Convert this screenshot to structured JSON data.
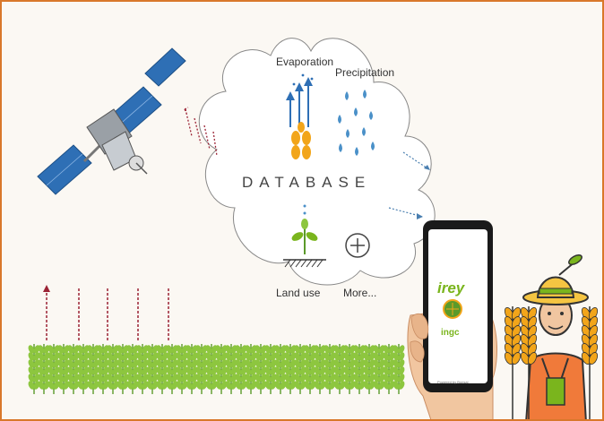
{
  "labels": {
    "evaporation": "Evaporation",
    "precipitation": "Precipitation",
    "database": "DATABASE",
    "land_use": "Land use",
    "more": "More...",
    "app_name": "irey",
    "app_org": "ingc",
    "powered_by": "Powered by Bonsai"
  },
  "colors": {
    "frame_border": "#d9782b",
    "background": "#fbf8f3",
    "crop_green": "#8dc63f",
    "crop_dark": "#5b9a2a",
    "arrow_red": "#9b2335",
    "water_blue": "#4a90c8",
    "wheat_yellow": "#f2a51a",
    "satellite_panel": "#2e6fb5",
    "phone_black": "#1a1a1a",
    "app_green": "#7ab51d",
    "farmer_shirt": "#f07a3a",
    "farmer_hat": "#f5c542"
  },
  "icons": [
    "satellite-icon",
    "signal-icon",
    "cloud-icon",
    "evaporation-icon",
    "precipitation-icon",
    "land-use-icon",
    "more-icon",
    "phone-icon",
    "farmer-icon",
    "wheat-icon",
    "crop-row"
  ]
}
